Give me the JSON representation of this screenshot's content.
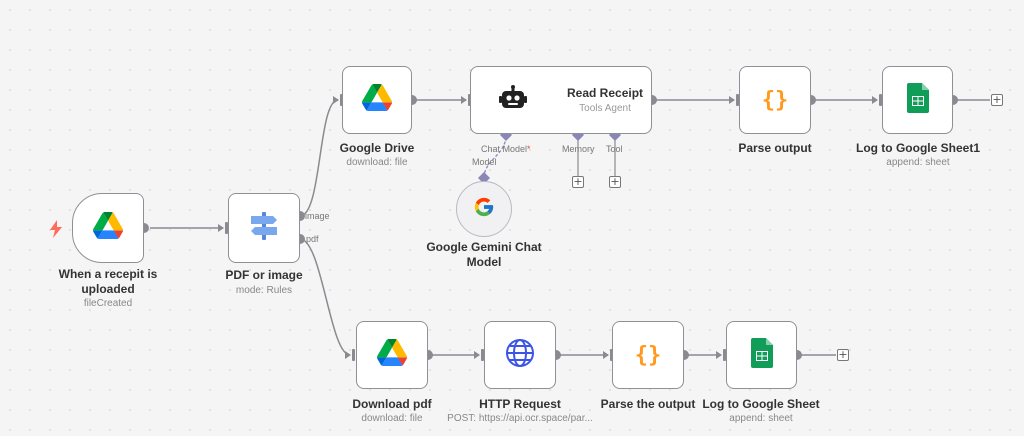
{
  "nodes": {
    "trigger": {
      "title": "When a recepit is uploaded",
      "subtitle": "fileCreated"
    },
    "switch": {
      "title": "PDF or image",
      "subtitle": "mode: Rules",
      "output_image": "image",
      "output_pdf": "pdf"
    },
    "gdrive": {
      "title": "Google Drive",
      "subtitle": "download: file"
    },
    "agent": {
      "title": "Read Receipt",
      "subtitle": "Tools Agent",
      "port_chat_model": "Chat Model",
      "required_mark": "*",
      "port_memory": "Memory",
      "port_tool": "Tool"
    },
    "gemini": {
      "title": "Google Gemini Chat Model",
      "port_model": "Model"
    },
    "parse_output": {
      "title": "Parse output"
    },
    "sheet1": {
      "title": "Log to Google Sheet1",
      "subtitle": "append: sheet"
    },
    "download_pdf": {
      "title": "Download pdf",
      "subtitle": "download: file"
    },
    "http": {
      "title": "HTTP Request",
      "subtitle": "POST: https://api.ocr.space/par..."
    },
    "parse_the_output": {
      "title": "Parse the output"
    },
    "sheet": {
      "title": "Log to Google Sheet",
      "subtitle": "append: sheet"
    }
  },
  "icons": {
    "trigger_bolt": "lightning-icon",
    "drive": "google-drive-icon",
    "switch": "signpost-icon",
    "agent": "robot-icon",
    "gemini": "google-g-icon",
    "code": "curly-braces-icon",
    "sheets": "google-sheets-icon",
    "http": "globe-icon",
    "add": "plus-icon"
  },
  "add_symbol": "+",
  "colors": {
    "canvas": "#f5f5f6",
    "node_border": "#8f8f96",
    "wire": "#8a8a90",
    "sub_port": "#8b86b8",
    "trigger_bolt": "#ff6d5a",
    "code_braces": "#ff9a1f",
    "sheets_green": "#0f9d58",
    "globe_blue": "#3b55e6"
  }
}
